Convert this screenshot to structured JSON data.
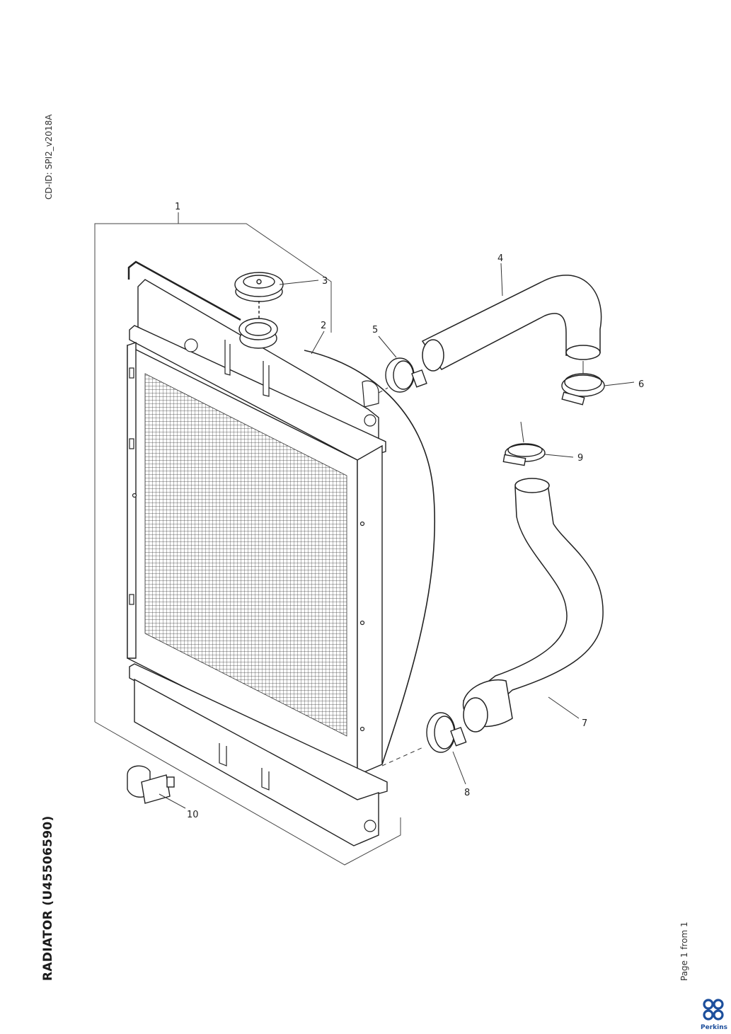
{
  "document": {
    "cd_id": "CD-ID: SPI2_v2018A",
    "title": "RADIATOR (U45506590)",
    "page_info": "Page 1 from 1"
  },
  "callouts": [
    "1",
    "2",
    "3",
    "4",
    "5",
    "6",
    "7",
    "8",
    "9",
    "10"
  ],
  "brand": {
    "logo_icon": "perkins-logo-icon",
    "color": "#1d4f9c",
    "name": "Perkins"
  }
}
